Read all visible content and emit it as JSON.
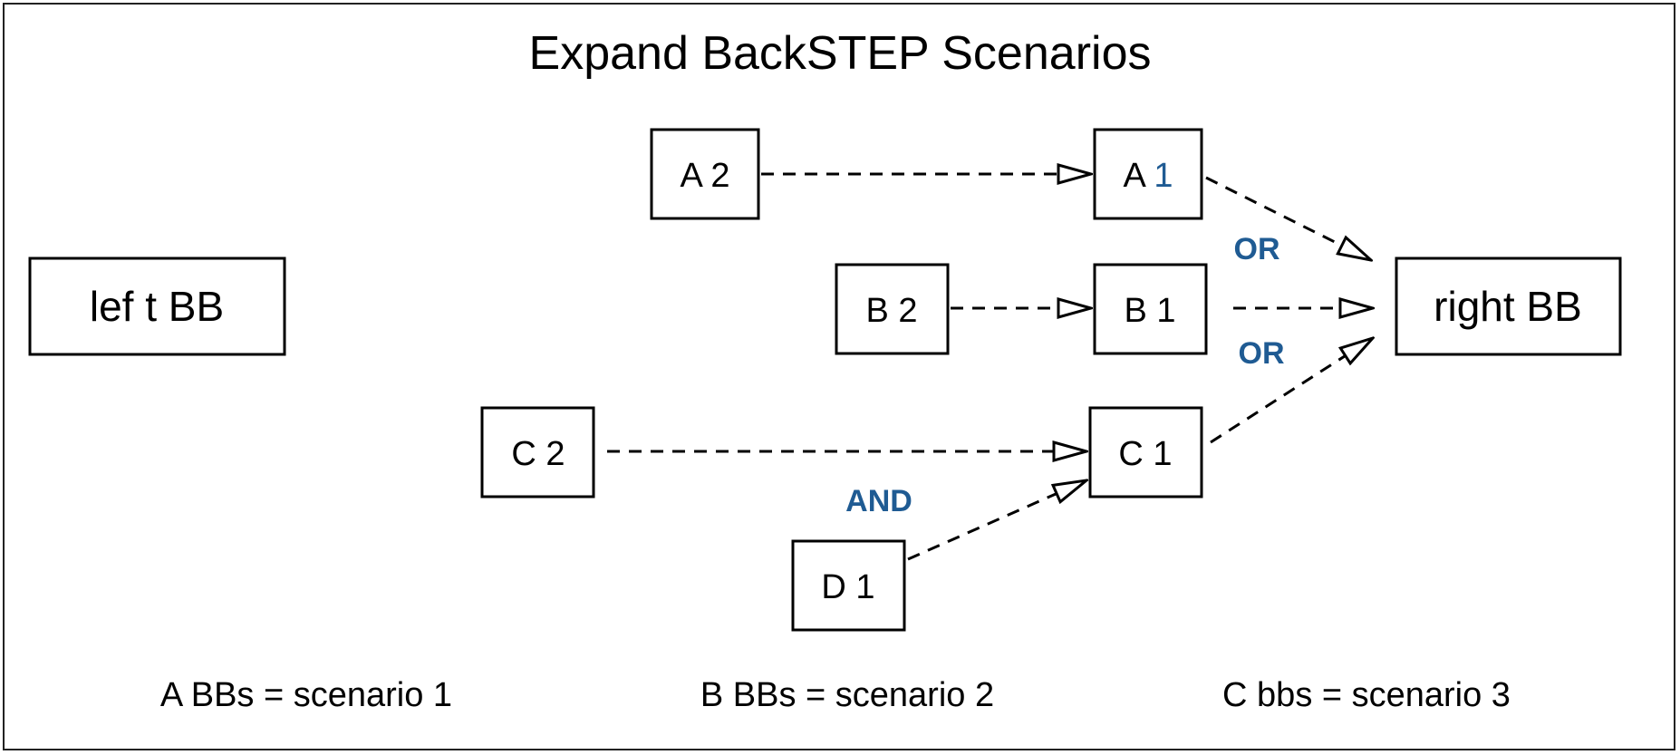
{
  "title": "Expand BackSTEP Scenarios",
  "accent_color": "#1f5b93",
  "nodes": {
    "left_bb": "lef t BB",
    "right_bb": "right BB",
    "a2": "A 2",
    "a1_letter": "A ",
    "a1_number": "1",
    "b2": "B 2",
    "b1": "B 1",
    "c2": "C 2",
    "c1": "C 1",
    "d1": "D 1"
  },
  "logic_labels": {
    "or_top": "OR",
    "or_bottom": "OR",
    "and": "AND"
  },
  "captions": {
    "scenario_a": "A BBs = scenario 1",
    "scenario_b": "B BBs = scenario 2",
    "scenario_c": "C bbs = scenario 3"
  }
}
